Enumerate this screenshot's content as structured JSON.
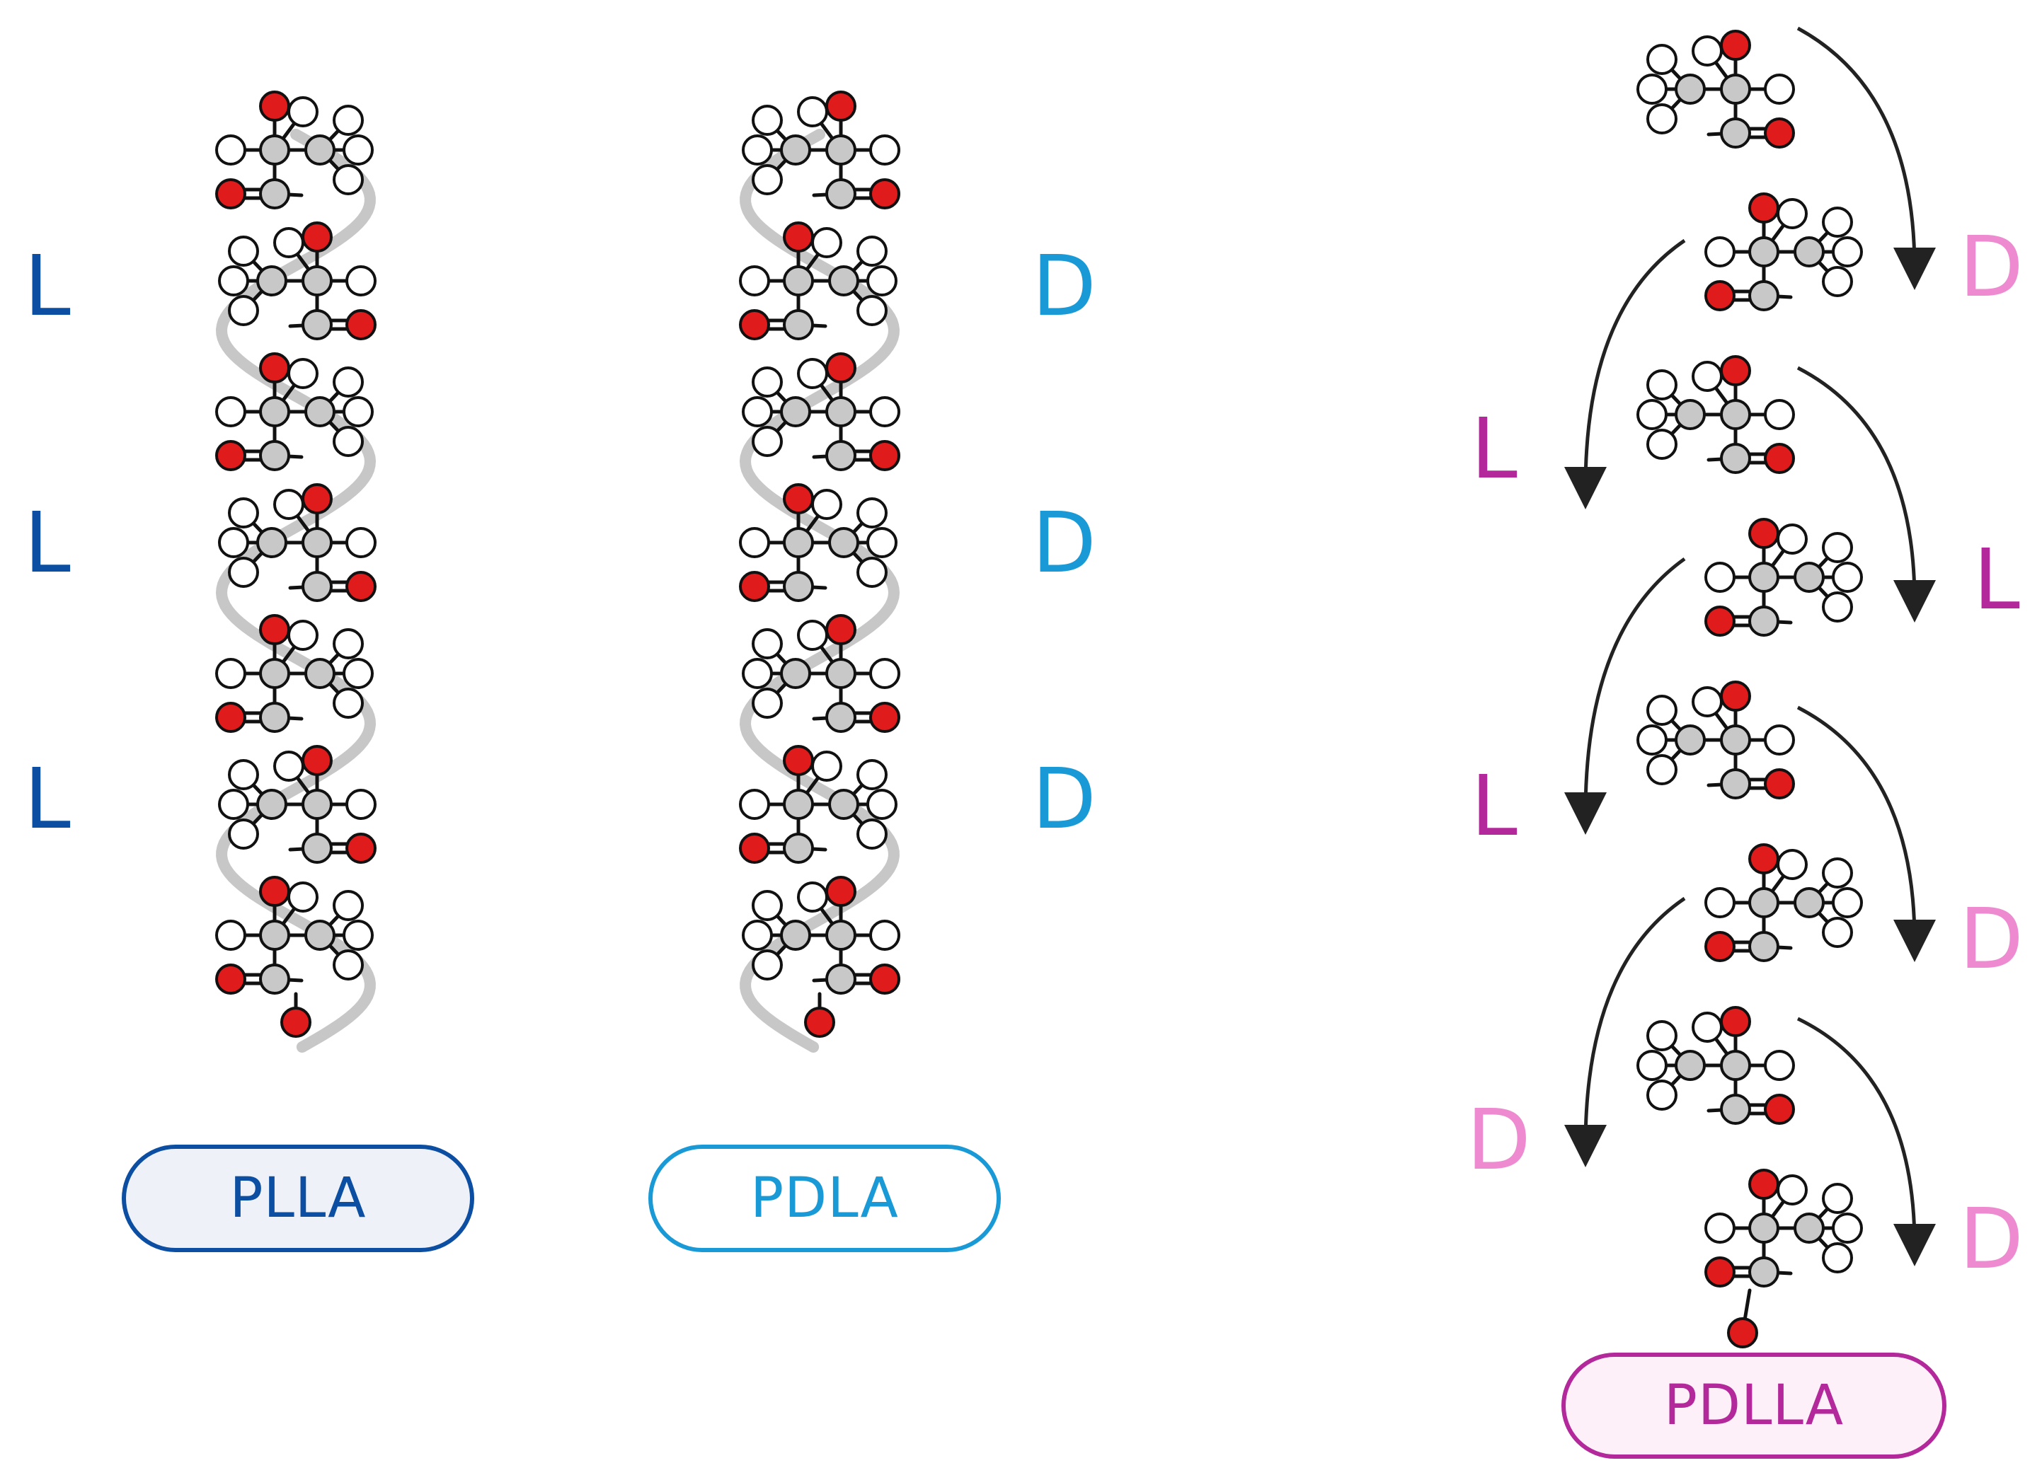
{
  "colors": {
    "plla": "#0b4ea2",
    "pdla": "#199ad6",
    "pdlla": "#b3289a",
    "pdlla_light": "#ee8bd0",
    "oxygen": "#e01b1b",
    "carbon": "#c8c8c8",
    "hydrogen": "#ffffff",
    "bond": "#111111",
    "helix": "#bdbdbd",
    "arrow": "#222222"
  },
  "chains": [
    {
      "id": "plla",
      "label": "PLLA",
      "units": [
        "L",
        "L",
        "L"
      ]
    },
    {
      "id": "pdla",
      "label": "PDLA",
      "units": [
        "D",
        "D",
        "D"
      ]
    },
    {
      "id": "pdlla",
      "label": "PDLLA",
      "left_units": [
        "L",
        "L",
        "D"
      ],
      "right_units": [
        "D",
        "L",
        "D",
        "D"
      ]
    }
  ]
}
